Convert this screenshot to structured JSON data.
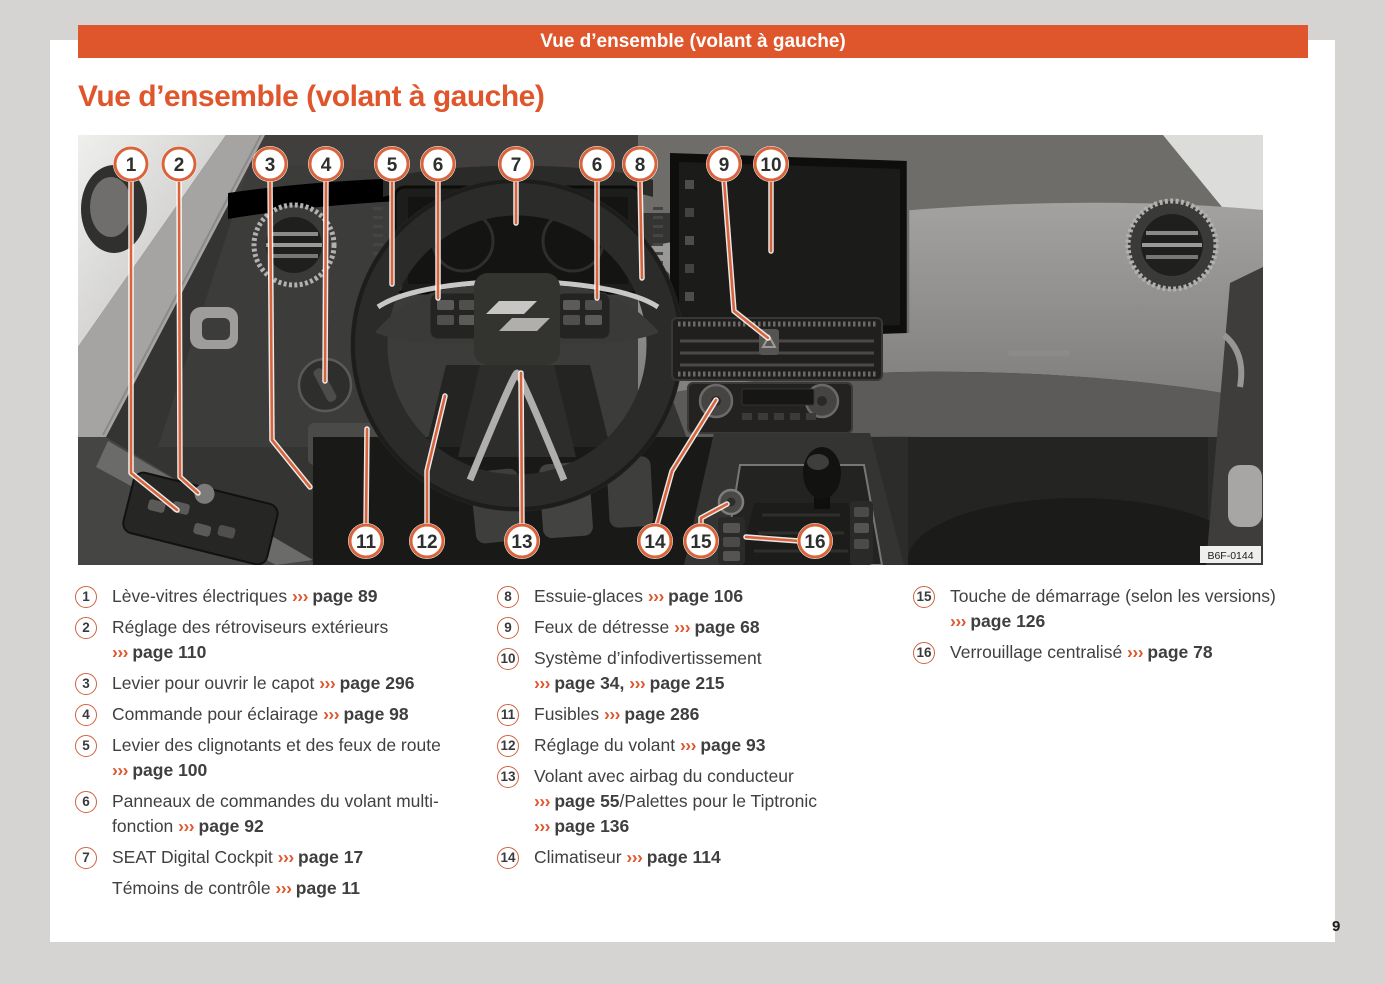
{
  "header": {
    "banner": "Vue d’ensemble (volant à gauche)",
    "title": "Vue d’ensemble (volant à gauche)"
  },
  "page": {
    "number": "9"
  },
  "colors": {
    "accent": "#e0562c",
    "callout_ring": "#d9643c"
  },
  "photo": {
    "image_code": "B6F-0144",
    "callouts": [
      {
        "label": "1"
      },
      {
        "label": "2"
      },
      {
        "label": "3"
      },
      {
        "label": "4"
      },
      {
        "label": "5"
      },
      {
        "label": "6"
      },
      {
        "label": "7"
      },
      {
        "label": "6"
      },
      {
        "label": "8"
      },
      {
        "label": "9"
      },
      {
        "label": "10"
      },
      {
        "label": "11"
      },
      {
        "label": "12"
      },
      {
        "label": "13"
      },
      {
        "label": "14"
      },
      {
        "label": "15"
      },
      {
        "label": "16"
      }
    ]
  },
  "legend": {
    "col1": [
      {
        "num": "1",
        "lines": [
          [
            {
              "t": "Lève-vitres électriques "
            },
            {
              "t": "››› "
            },
            {
              "t": "page 89"
            }
          ]
        ]
      },
      {
        "num": "2",
        "lines": [
          [
            {
              "t": "Réglage des rétroviseurs extérieurs"
            }
          ],
          [
            {
              "t": "››› "
            },
            {
              "t": "page 110"
            }
          ]
        ]
      },
      {
        "num": "3",
        "lines": [
          [
            {
              "t": "Levier pour ouvrir le capot "
            },
            {
              "t": "››› "
            },
            {
              "t": "page 296"
            }
          ]
        ]
      },
      {
        "num": "4",
        "lines": [
          [
            {
              "t": "Commande pour éclairage "
            },
            {
              "t": "››› "
            },
            {
              "t": "page 98"
            }
          ]
        ]
      },
      {
        "num": "5",
        "lines": [
          [
            {
              "t": "Levier des clignotants et des feux de route"
            }
          ],
          [
            {
              "t": "››› "
            },
            {
              "t": "page 100"
            }
          ]
        ]
      },
      {
        "num": "6",
        "lines": [
          [
            {
              "t": "Panneaux de commandes du volant multi-"
            }
          ],
          [
            {
              "t": "fonction "
            },
            {
              "t": "››› "
            },
            {
              "t": "page 92"
            }
          ]
        ]
      },
      {
        "num": "7",
        "lines": [
          [
            {
              "t": "SEAT Digital Cockpit "
            },
            {
              "t": "››› "
            },
            {
              "t": "page 17"
            }
          ]
        ]
      },
      {
        "num": "",
        "lines": [
          [
            {
              "t": "Témoins de contrôle "
            },
            {
              "t": "››› "
            },
            {
              "t": "page 11"
            }
          ]
        ]
      }
    ],
    "col2": [
      {
        "num": "8",
        "lines": [
          [
            {
              "t": "Essuie-glaces "
            },
            {
              "t": "››› "
            },
            {
              "t": "page 106"
            }
          ]
        ]
      },
      {
        "num": "9",
        "lines": [
          [
            {
              "t": "Feux de détresse "
            },
            {
              "t": "››› "
            },
            {
              "t": "page 68"
            }
          ]
        ]
      },
      {
        "num": "10",
        "lines": [
          [
            {
              "t": "Système d’infodivertissement"
            }
          ],
          [
            {
              "t": "››› "
            },
            {
              "t": "page 34, "
            },
            {
              "t": "››› "
            },
            {
              "t": "page 215"
            }
          ]
        ]
      },
      {
        "num": "11",
        "lines": [
          [
            {
              "t": "Fusibles "
            },
            {
              "t": "››› "
            },
            {
              "t": "page 286"
            }
          ]
        ]
      },
      {
        "num": "12",
        "lines": [
          [
            {
              "t": "Réglage du volant "
            },
            {
              "t": "››› "
            },
            {
              "t": "page 93"
            }
          ]
        ]
      },
      {
        "num": "13",
        "lines": [
          [
            {
              "t": "Volant avec airbag du conducteur"
            }
          ],
          [
            {
              "t": "››› "
            },
            {
              "t": "page 55"
            },
            {
              "t": "/Palettes pour le Tiptronic"
            }
          ],
          [
            {
              "t": "››› "
            },
            {
              "t": "page 136"
            }
          ]
        ]
      },
      {
        "num": "14",
        "lines": [
          [
            {
              "t": "Climatiseur "
            },
            {
              "t": "››› "
            },
            {
              "t": "page 114"
            }
          ]
        ]
      }
    ],
    "col3": [
      {
        "num": "15",
        "lines": [
          [
            {
              "t": "Touche de démarrage (selon les versions)"
            }
          ],
          [
            {
              "t": "››› "
            },
            {
              "t": "page 126"
            }
          ]
        ]
      },
      {
        "num": "16",
        "lines": [
          [
            {
              "t": "Verrouillage centralisé "
            },
            {
              "t": "››› "
            },
            {
              "t": "page 78"
            }
          ]
        ]
      }
    ]
  }
}
